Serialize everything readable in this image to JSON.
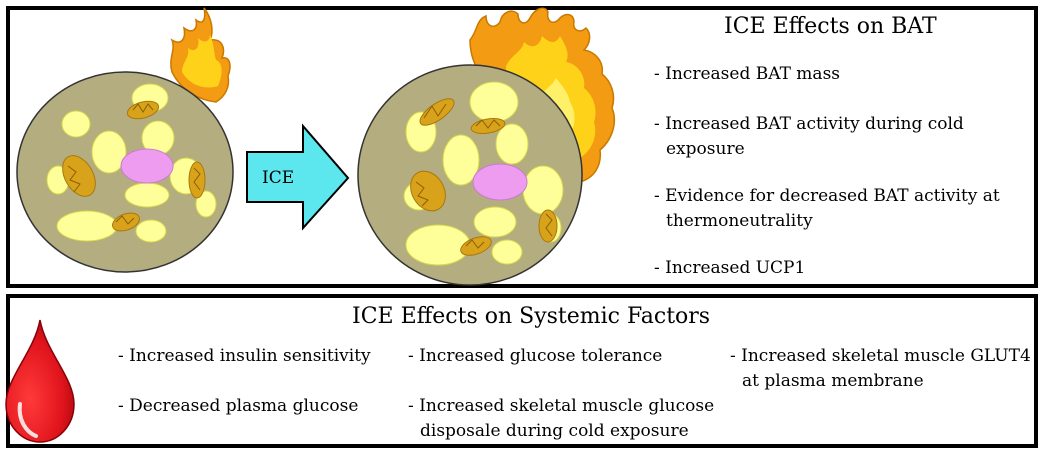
{
  "arrow_label": "ICE",
  "bat_panel": {
    "title": "ICE Effects on BAT",
    "items": [
      {
        "line1": "- Increased BAT mass",
        "line2": ""
      },
      {
        "line1": "- Increased BAT activity during cold",
        "line2": "exposure"
      },
      {
        "line1": "- Evidence for decreased BAT activity at",
        "line2": "thermoneutrality"
      },
      {
        "line1": "- Increased UCP1",
        "line2": ""
      }
    ]
  },
  "systemic_panel": {
    "title": "ICE Effects on Systemic Factors",
    "items": [
      {
        "line1": "- Increased insulin sensitivity",
        "line2": ""
      },
      {
        "line1": "- Decreased plasma glucose",
        "line2": ""
      },
      {
        "line1": "- Increased glucose tolerance",
        "line2": ""
      },
      {
        "line1": "- Increased skeletal muscle glucose",
        "line2": "disposale during cold exposure"
      },
      {
        "line1": "- Increased skeletal muscle GLUT4",
        "line2": "at plasma membrane"
      }
    ]
  },
  "colors": {
    "cell_fill": "#b3ad7f",
    "lipid_droplet": "#ffff99",
    "nucleus": "#ee9cf0",
    "mitochondria": "#d9a21b",
    "flame_outer": "#f39b12",
    "flame_inner": "#ffd21a",
    "arrow_fill": "#5ce6ee",
    "blood_drop": "#e0141c"
  },
  "icons": [
    "flame-icon",
    "brown-adipocyte-icon",
    "arrow-right-icon",
    "blood-drop-icon"
  ]
}
